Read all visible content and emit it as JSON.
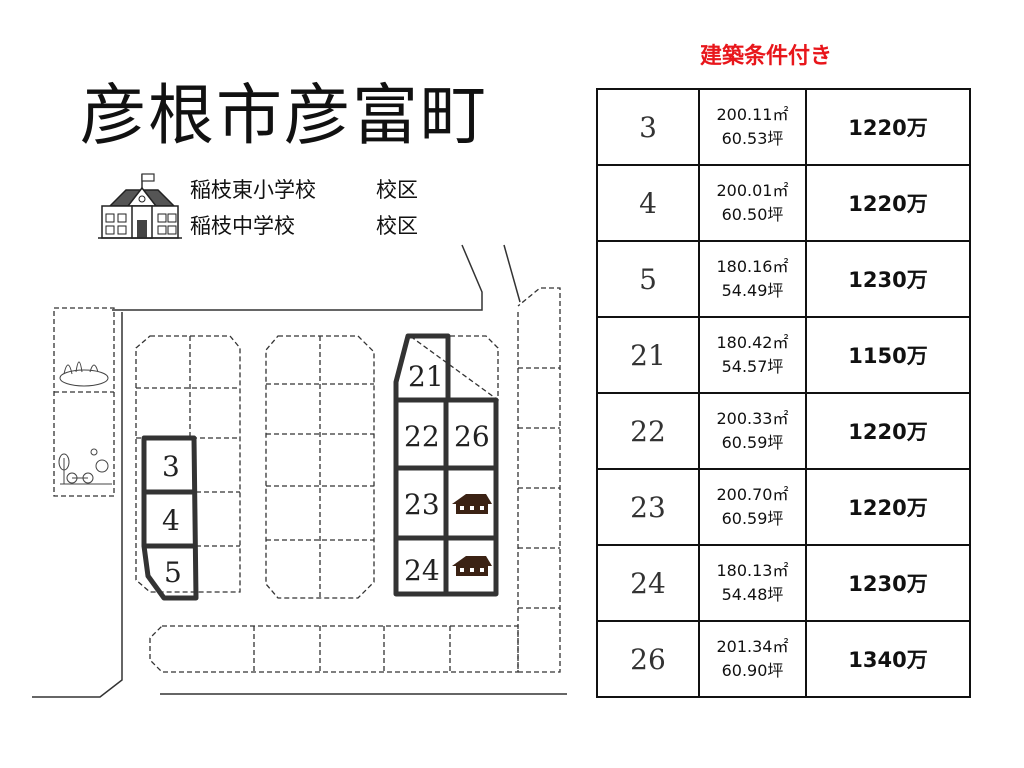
{
  "title": "彦根市彦富町",
  "condition": "建築条件付き",
  "schools": [
    {
      "name": "稲枝東小学校",
      "zone": "校区"
    },
    {
      "name": "稲枝中学校",
      "zone": "校区"
    }
  ],
  "map_lots": [
    "3",
    "4",
    "5",
    "21",
    "22",
    "26",
    "23",
    "24"
  ],
  "lots": [
    {
      "no": "3",
      "area_m2": "200.11㎡",
      "area_tsubo": "60.53坪",
      "price": "1220万"
    },
    {
      "no": "4",
      "area_m2": "200.01㎡",
      "area_tsubo": "60.50坪",
      "price": "1220万"
    },
    {
      "no": "5",
      "area_m2": "180.16㎡",
      "area_tsubo": "54.49坪",
      "price": "1230万"
    },
    {
      "no": "21",
      "area_m2": "180.42㎡",
      "area_tsubo": "54.57坪",
      "price": "1150万"
    },
    {
      "no": "22",
      "area_m2": "200.33㎡",
      "area_tsubo": "60.59坪",
      "price": "1220万"
    },
    {
      "no": "23",
      "area_m2": "200.70㎡",
      "area_tsubo": "60.59坪",
      "price": "1220万"
    },
    {
      "no": "24",
      "area_m2": "180.13㎡",
      "area_tsubo": "54.48坪",
      "price": "1230万"
    },
    {
      "no": "26",
      "area_m2": "201.34㎡",
      "area_tsubo": "60.90坪",
      "price": "1340万"
    }
  ]
}
